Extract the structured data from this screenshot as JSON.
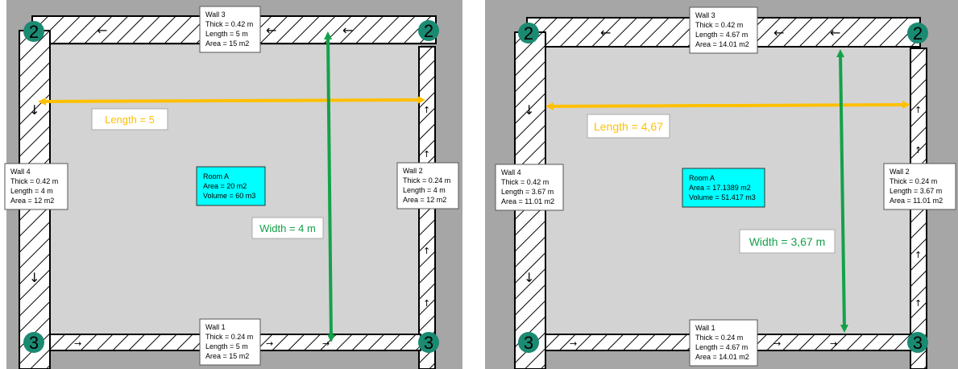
{
  "panels": [
    {
      "id": "left",
      "walls": [
        {
          "title": "Wall 1",
          "thick": "Thick = 0.24 m",
          "length": "Length = 5 m",
          "area": "Area = 15 m2"
        },
        {
          "title": "Wall 2",
          "thick": "Thick = 0.24 m",
          "length": "Length = 4 m",
          "area": "Area = 12 m2"
        },
        {
          "title": "Wall 3",
          "thick": "Thick = 0.42 m",
          "length": "Length = 5 m",
          "area": "Area = 15 m2"
        },
        {
          "title": "Wall 4",
          "thick": "Thick = 0.42 m",
          "length": "Length = 4 m",
          "area": "Area = 12 m2"
        }
      ],
      "room": {
        "name": "Room A",
        "area": "Area = 20 m2",
        "volume": "Volume = 60 m3"
      },
      "length_label": "Length = 5",
      "width_label": "Width = 4 m",
      "corner_labels": {
        "top_left": "2",
        "top_right": "2",
        "bottom_left": "3",
        "bottom_right": "3"
      }
    },
    {
      "id": "right",
      "walls": [
        {
          "title": "Wall 1",
          "thick": "Thick = 0.24 m",
          "length": "Length = 4.67 m",
          "area": "Area = 14.01 m2"
        },
        {
          "title": "Wall 2",
          "thick": "Thick = 0.24 m",
          "length": "Length = 3.67 m",
          "area": "Area = 11.01 m2"
        },
        {
          "title": "Wall 3",
          "thick": "Thick = 0.42 m",
          "length": "Length = 4.67 m",
          "area": "Area = 14.01 m2"
        },
        {
          "title": "Wall 4",
          "thick": "Thick = 0.42 m",
          "length": "Length = 3.67 m",
          "area": "Area = 11.01 m2"
        }
      ],
      "room": {
        "name": "Room A",
        "area": "Area = 17.1389 m2",
        "volume": "Volume = 51.417 m3"
      },
      "length_label": "Length = 4,67",
      "width_label": "Width = 3,67 m",
      "corner_labels": {
        "top_left": "2",
        "top_right": "2",
        "bottom_left": "3",
        "bottom_right": "3"
      }
    }
  ],
  "colors": {
    "floor": "#d3d3d3",
    "outside": "#a6a6a6",
    "room_box": "#00ffff",
    "length_arrow": "#ffc000",
    "width_arrow": "#14a14a",
    "corner_badge": "#1b8a72",
    "wall_fill": "#ffffff",
    "wall_stroke": "#000000"
  },
  "icons": {
    "flow_arrows": "arrow-glyph",
    "corner_markers": "numbered-badge"
  }
}
